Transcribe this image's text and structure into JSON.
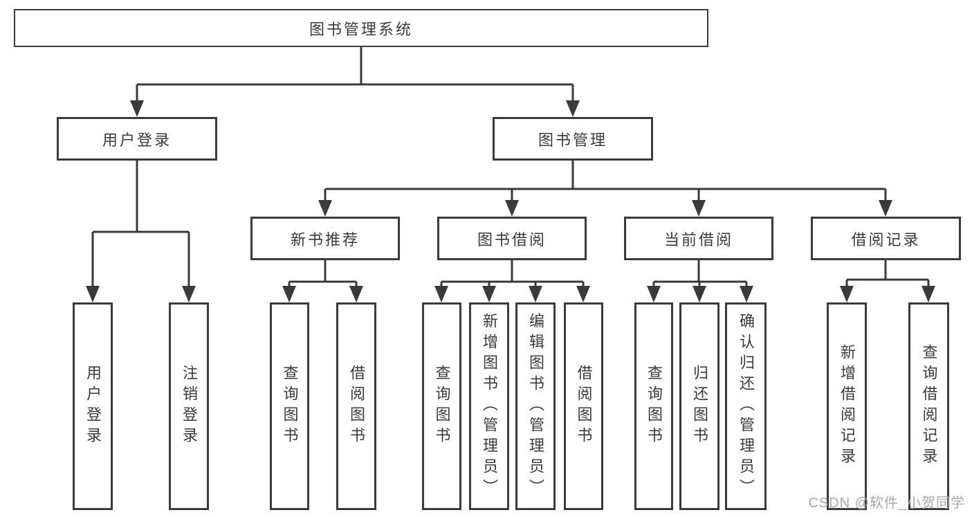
{
  "colors": {
    "line": "#3a3a3a",
    "text": "#3a3a3a",
    "background": "#ffffff",
    "watermark": "#a9a9a9"
  },
  "watermark": {
    "text": "CSDN @软件_小贺同学"
  },
  "tree": {
    "root": {
      "label": "图书管理系统",
      "children": [
        {
          "label": "用户登录",
          "children": [
            "用户登录",
            "注销登录"
          ]
        },
        {
          "label": "图书管理",
          "children": [
            {
              "label": "新书推荐",
              "children": [
                "查询图书",
                "借阅图书"
              ]
            },
            {
              "label": "图书借阅",
              "children": [
                "查询图书",
                "新增图书（管理员）",
                "编辑图书（管理员）",
                "借阅图书"
              ]
            },
            {
              "label": "当前借阅",
              "children": [
                "查询图书",
                "归还图书",
                "确认归还（管理员）"
              ]
            },
            {
              "label": "借阅记录",
              "children": [
                "新增借阅记录",
                "查询借阅记录"
              ]
            }
          ]
        }
      ]
    }
  }
}
